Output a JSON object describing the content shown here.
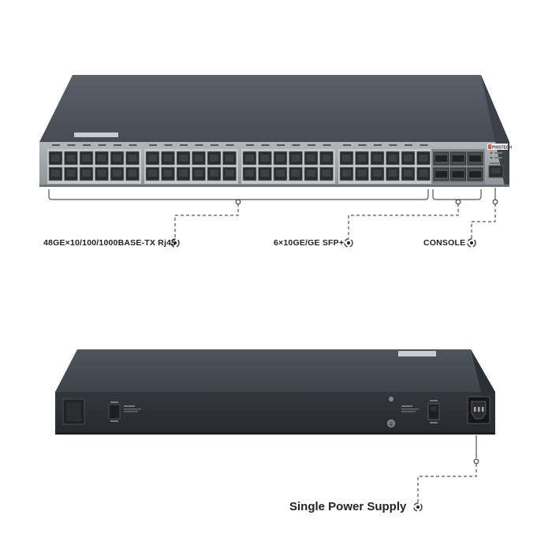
{
  "labels": {
    "rj45": "48GE×10/100/1000BASE-TX Rj45",
    "sfp": "6×10GE/GE SFP+",
    "console": "CONSOLE",
    "power": "Single Power Supply"
  },
  "front_panel": {
    "brand": "PIXSTECH"
  },
  "colors": {
    "chassis_top": "#505660",
    "chassis_front": "#9ea2a5",
    "rear_panel": "#2e3236",
    "port_dark": "#2a2c2e",
    "callout_line": "#555555",
    "label_text": "#222222"
  },
  "icons": {
    "callout_marker": "circle-target-icon",
    "rj45_port": "ethernet-port-icon",
    "sfp_port": "sfp-cage-icon",
    "power_socket": "iec-power-socket-icon"
  }
}
